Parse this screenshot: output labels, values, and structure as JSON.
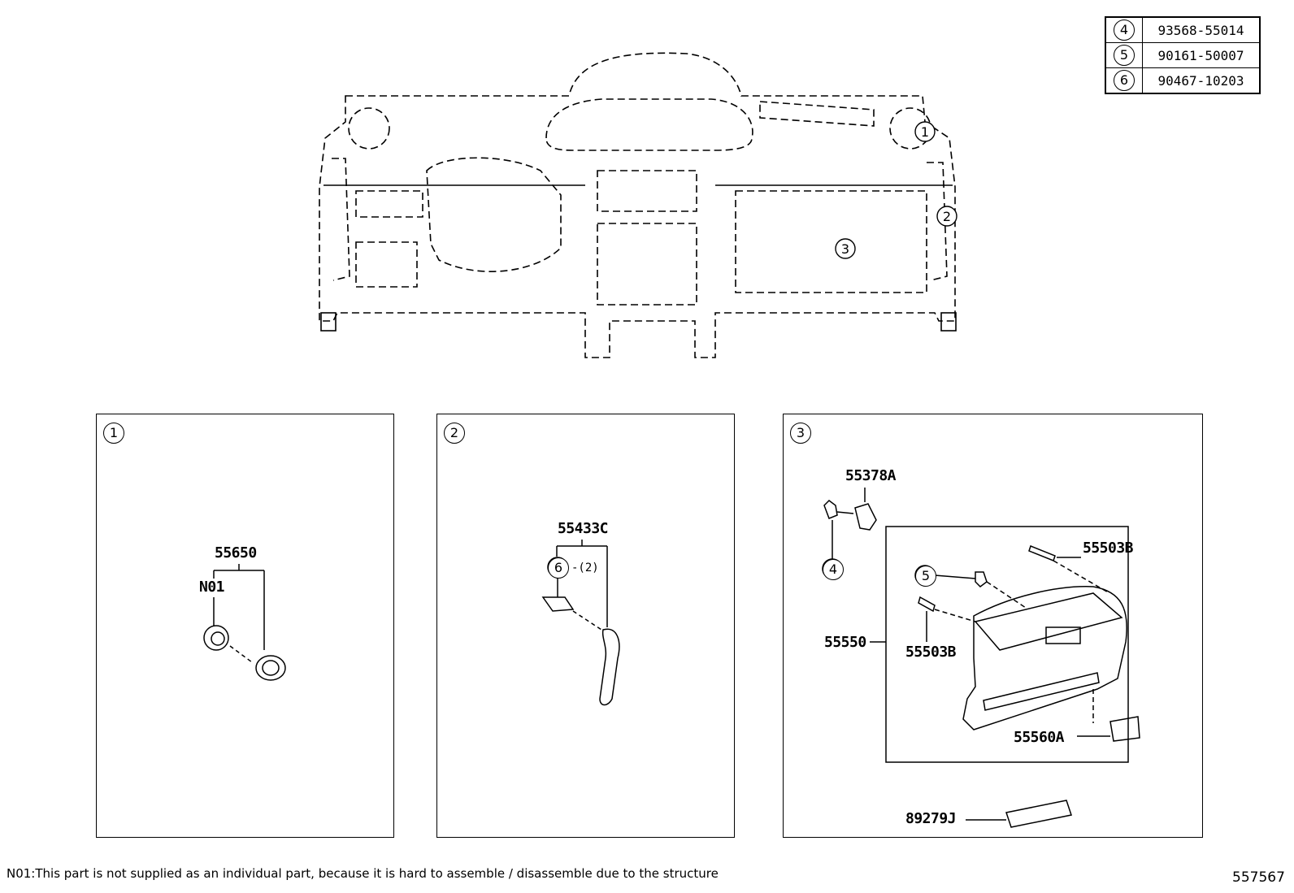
{
  "reference_table": [
    {
      "key": "4",
      "part_no": "93568-55014"
    },
    {
      "key": "5",
      "part_no": "90161-50007"
    },
    {
      "key": "6",
      "part_no": "90467-10203"
    }
  ],
  "overview": {
    "callouts": [
      "1",
      "2",
      "3"
    ]
  },
  "panels": [
    {
      "id": "1",
      "labels": {
        "group": "55650",
        "note": "N01"
      }
    },
    {
      "id": "2",
      "labels": {
        "group": "55433C",
        "fastener": "6",
        "qty": "-(2)"
      }
    },
    {
      "id": "3",
      "labels": {
        "top_part": "55378A",
        "fastener_4": "4",
        "fastener_5": "5",
        "clip_upper": "55503B",
        "clip_lower": "55503B",
        "assembly": "55550",
        "latch": "55560A",
        "bottom_part": "89279J"
      }
    }
  ],
  "footnote": "N01:This part is not supplied as an individual part, because it is hard to assemble / disassemble due to the structure",
  "figure_number": "557567"
}
